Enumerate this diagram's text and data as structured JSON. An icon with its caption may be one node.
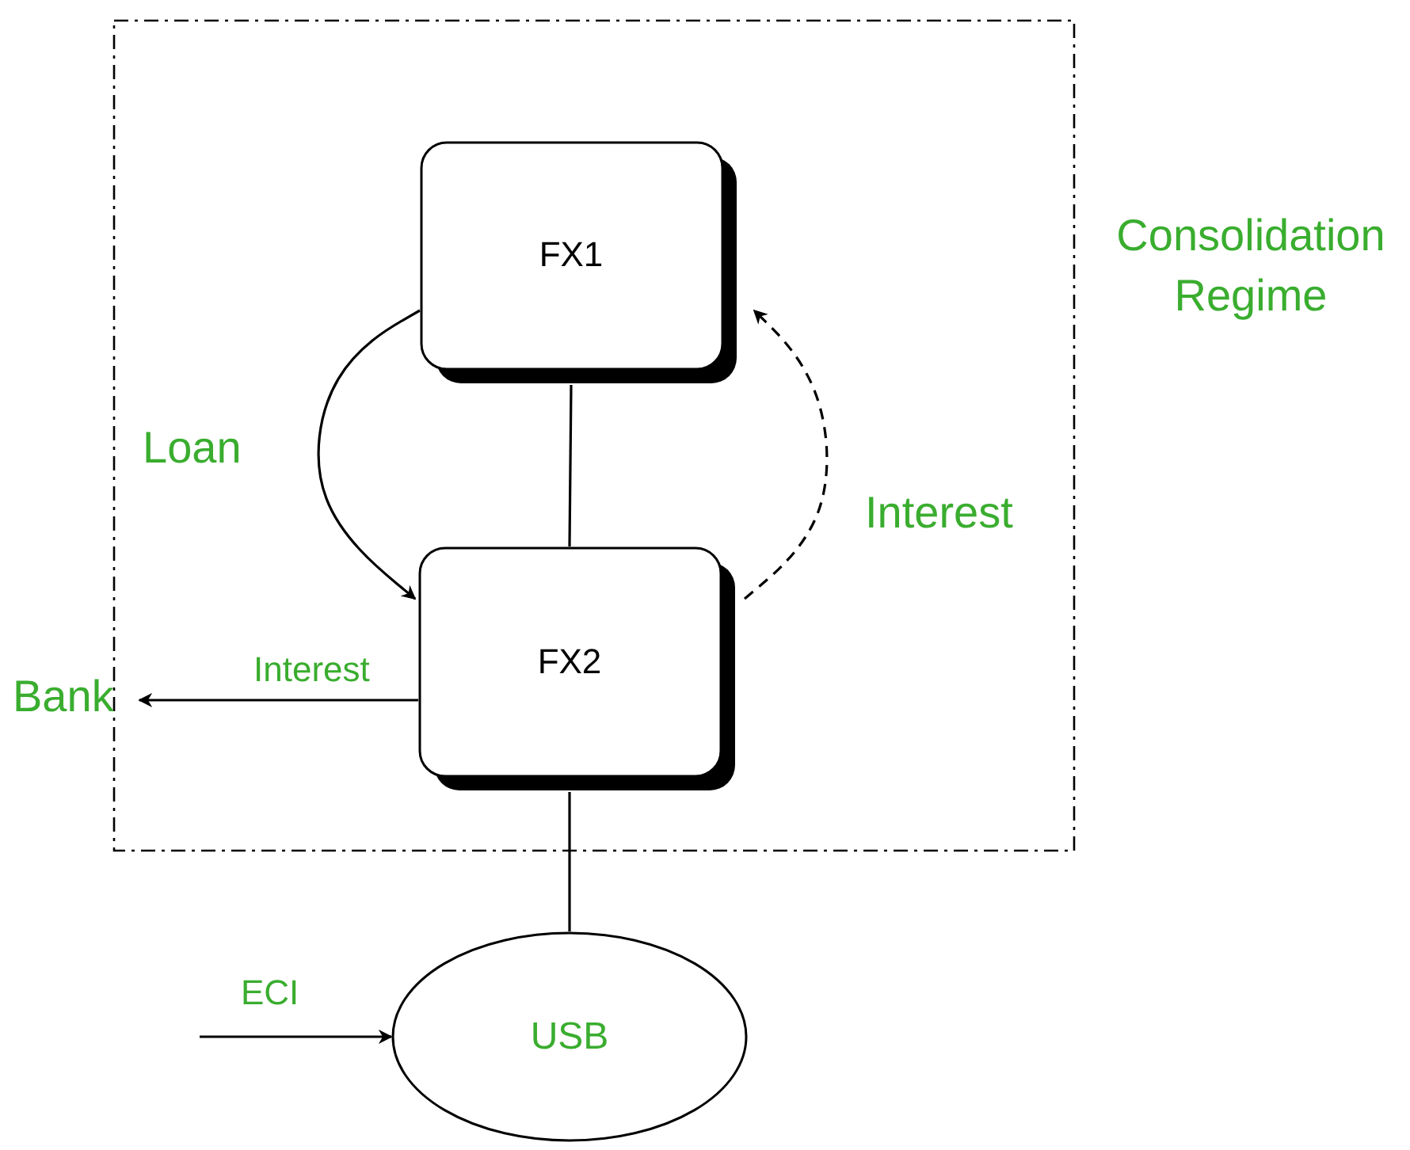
{
  "diagram": {
    "nodes": [
      {
        "text": [
          "Consolidation Regime"
        ]
      },
      {
        "text": [
          "FX1"
        ],
        "in": 0
      },
      {
        "text": [
          "FX2"
        ],
        "in": 0
      },
      {
        "text": [
          "USB"
        ]
      },
      {
        "text": [
          "Bank"
        ]
      }
    ],
    "edges": [
      {
        "from": 1,
        "to": 2,
        "arrow": "none"
      },
      {
        "from": 1,
        "to": 2,
        "arrow": "to",
        "label": "Loan"
      },
      {
        "from": 2,
        "to": 1,
        "arrow": "to",
        "label": "Interest",
        "style": "dashed"
      },
      {
        "from": 2,
        "to": 4,
        "arrow": "to",
        "label": "Interest"
      },
      {
        "from": 2,
        "to": 3,
        "arrow": "none"
      },
      {
        "from": null,
        "to": 3,
        "arrow": "to",
        "label": "ECI"
      }
    ]
  }
}
